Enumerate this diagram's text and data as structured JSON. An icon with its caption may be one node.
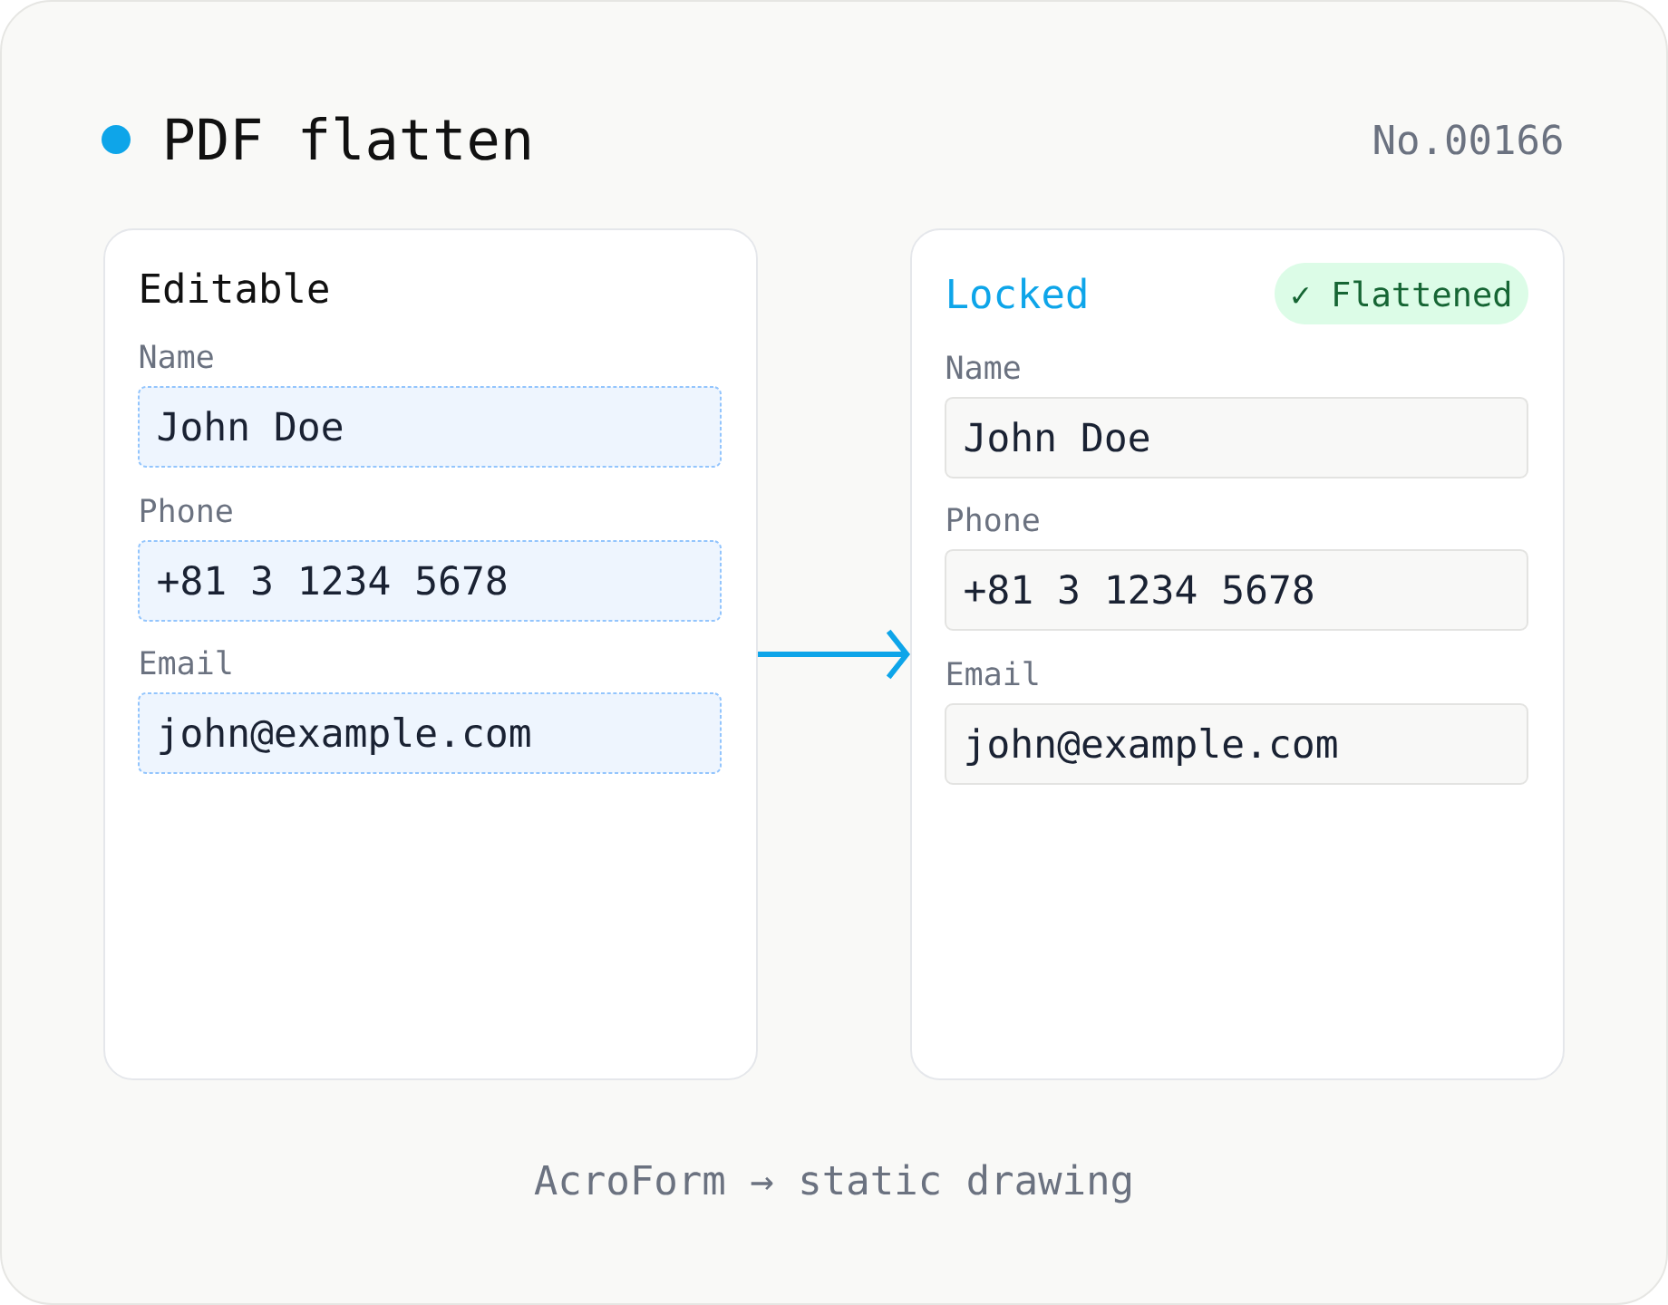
{
  "diagram": {
    "title": "PDF flatten",
    "caption": "AcroForm → static drawing",
    "nodes": [
      {
        "text": [
          "Editable"
        ]
      },
      {
        "text": [
          "Name",
          "John Doe"
        ],
        "in": 0
      },
      {
        "text": [
          "Phone",
          "+81 3 1234 5678"
        ],
        "in": 0
      },
      {
        "text": [
          "Email",
          "john@example.com"
        ],
        "in": 0
      },
      {
        "text": [
          "Locked"
        ]
      },
      {
        "text": [
          "✓ Flattened"
        ],
        "in": 4
      },
      {
        "text": [
          "Name",
          "John Doe"
        ],
        "in": 4
      },
      {
        "text": [
          "Phone",
          "+81 3 1234 5678"
        ],
        "in": 4
      },
      {
        "text": [
          "Email",
          "john@example.com"
        ],
        "in": 4
      }
    ],
    "edges": [
      {
        "from": 0,
        "to": 4,
        "arrow": "to"
      }
    ],
    "labels": [
      "No.00166"
    ]
  }
}
